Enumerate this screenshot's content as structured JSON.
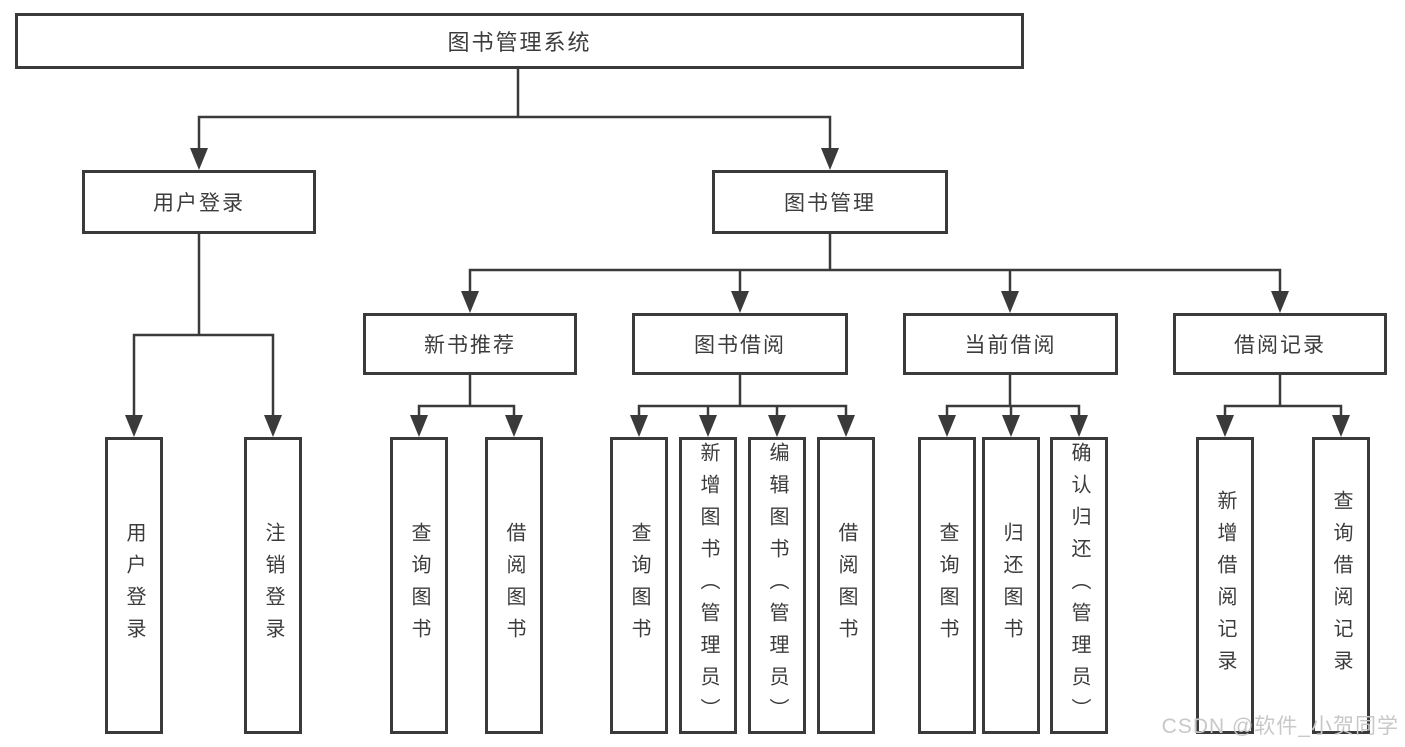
{
  "page": {
    "background": "#ffffff"
  },
  "colors": {
    "line": "#3a3a3a",
    "text": "#3c3c3c",
    "watermark": "#c8c8c8"
  },
  "tree": {
    "root": {
      "label": "图书管理系统"
    },
    "level2": [
      {
        "label": "用户登录"
      },
      {
        "label": "图书管理"
      }
    ],
    "level3": [
      {
        "label": "新书推荐",
        "parent": "图书管理"
      },
      {
        "label": "图书借阅",
        "parent": "图书管理"
      },
      {
        "label": "当前借阅",
        "parent": "图书管理"
      },
      {
        "label": "借阅记录",
        "parent": "图书管理"
      }
    ],
    "leaves": [
      {
        "label": "用户登录",
        "parent": "用户登录"
      },
      {
        "label": "注销登录",
        "parent": "用户登录"
      },
      {
        "label": "查询图书",
        "parent": "新书推荐"
      },
      {
        "label": "借阅图书",
        "parent": "新书推荐"
      },
      {
        "label": "查询图书",
        "parent": "图书借阅"
      },
      {
        "label": "新增图书（管理员）",
        "parent": "图书借阅"
      },
      {
        "label": "编辑图书（管理员）",
        "parent": "图书借阅"
      },
      {
        "label": "借阅图书",
        "parent": "图书借阅"
      },
      {
        "label": "查询图书",
        "parent": "当前借阅"
      },
      {
        "label": "归还图书",
        "parent": "当前借阅"
      },
      {
        "label": "确认归还（管理员）",
        "parent": "当前借阅"
      },
      {
        "label": "新增借阅记录",
        "parent": "借阅记录"
      },
      {
        "label": "查询借阅记录",
        "parent": "借阅记录"
      }
    ]
  },
  "watermark": "CSDN @软件_小贺同学"
}
